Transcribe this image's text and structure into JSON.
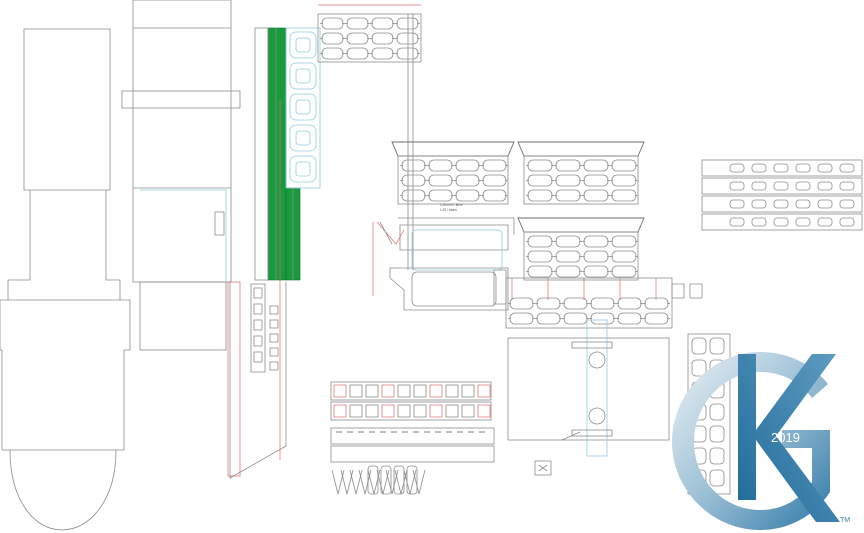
{
  "drawing": {
    "scale_note_line1": "1:20mm x .8mm",
    "scale_note_line2": "1:20 / beam"
  },
  "logo": {
    "year": "2019",
    "trademark": "TM",
    "colors": {
      "light": "#e6eef3",
      "mid": "#8fb6cf",
      "dark": "#2f78a6"
    }
  },
  "colors": {
    "accent_green": "#179b3c",
    "line_gray": "#8c8c8c",
    "teal": "#8fcbe0",
    "red": "#e06b6b"
  }
}
